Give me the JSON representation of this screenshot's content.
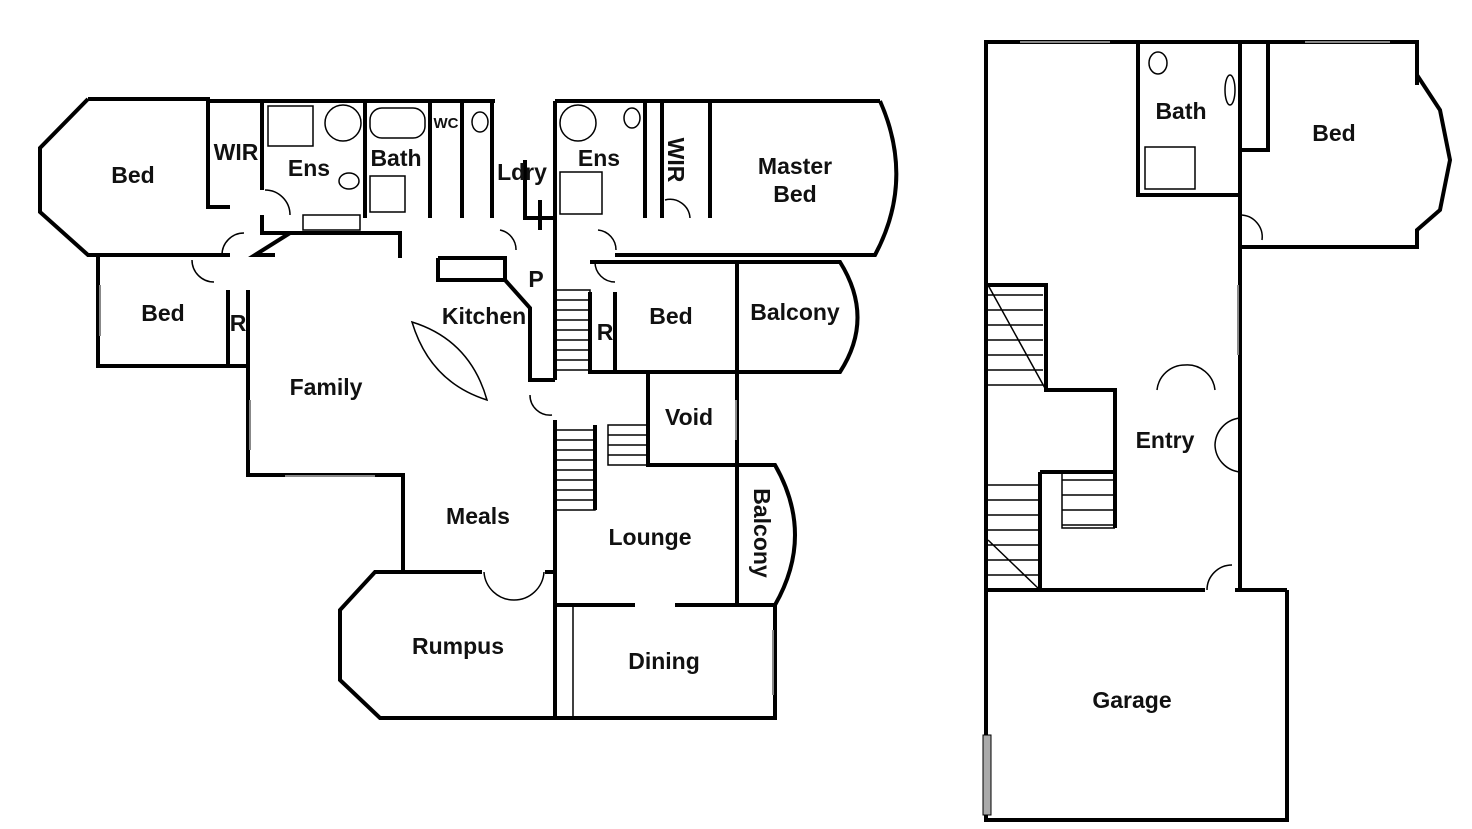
{
  "ground_floor": {
    "rooms": {
      "bed_1": "Bed",
      "wir_1": "WIR",
      "ens_1": "Ens",
      "bath": "Bath",
      "wc": "WC",
      "laundry": "Ldry",
      "ens_2": "Ens",
      "wir_2": "WIR",
      "master_bed_line1": "Master",
      "master_bed_line2": "Bed",
      "bed_2": "Bed",
      "robe_1": "R",
      "kitchen": "Kitchen",
      "pantry": "P",
      "robe_2": "R",
      "bed_3": "Bed",
      "balcony_1": "Balcony",
      "family": "Family",
      "void": "Void",
      "meals": "Meals",
      "lounge": "Lounge",
      "balcony_2": "Balcony",
      "rumpus": "Rumpus",
      "dining": "Dining"
    }
  },
  "lower_floor": {
    "rooms": {
      "bath": "Bath",
      "bed": "Bed",
      "entry": "Entry",
      "garage": "Garage"
    }
  }
}
